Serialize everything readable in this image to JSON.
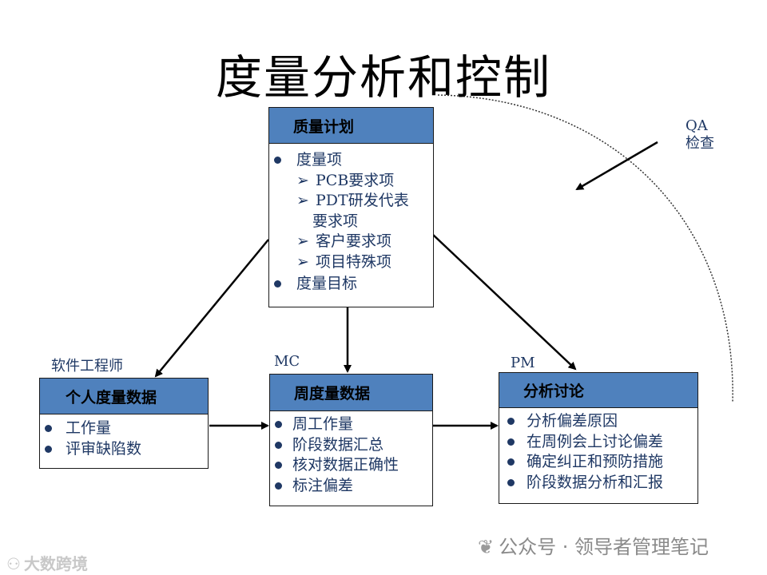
{
  "title": "度量分析和控制",
  "qa_label": [
    "QA",
    "检查"
  ],
  "role_labels": {
    "individual": "软件工程师",
    "weekly": "MC",
    "analysis": "PM"
  },
  "quality_plan": {
    "heading": "质量计划",
    "items": [
      {
        "text": "度量项",
        "subs": [
          "PCB要求项",
          "PDT研发代表",
          "要求项",
          "客户要求项",
          "项目特殊项"
        ]
      },
      {
        "text": "度量目标",
        "subs": []
      }
    ]
  },
  "individual": {
    "heading": "个人度量数据",
    "items": [
      "工作量",
      "评审缺陷数"
    ]
  },
  "weekly": {
    "heading": "周度量数据",
    "items": [
      "周工作量",
      "阶段数据汇总",
      "核对数据正确性",
      "标注偏差"
    ]
  },
  "analysis": {
    "heading": "分析讨论",
    "items": [
      "分析偏差原因",
      "在周例会上讨论偏差",
      "确定纠正和预防措施",
      "阶段数据分析和汇报"
    ]
  },
  "watermark": {
    "right": "公众号 · 领导者管理笔记",
    "left": "大数跨境"
  },
  "colors": {
    "header_fill": "#4f81bd",
    "body_text": "#1f3864"
  }
}
